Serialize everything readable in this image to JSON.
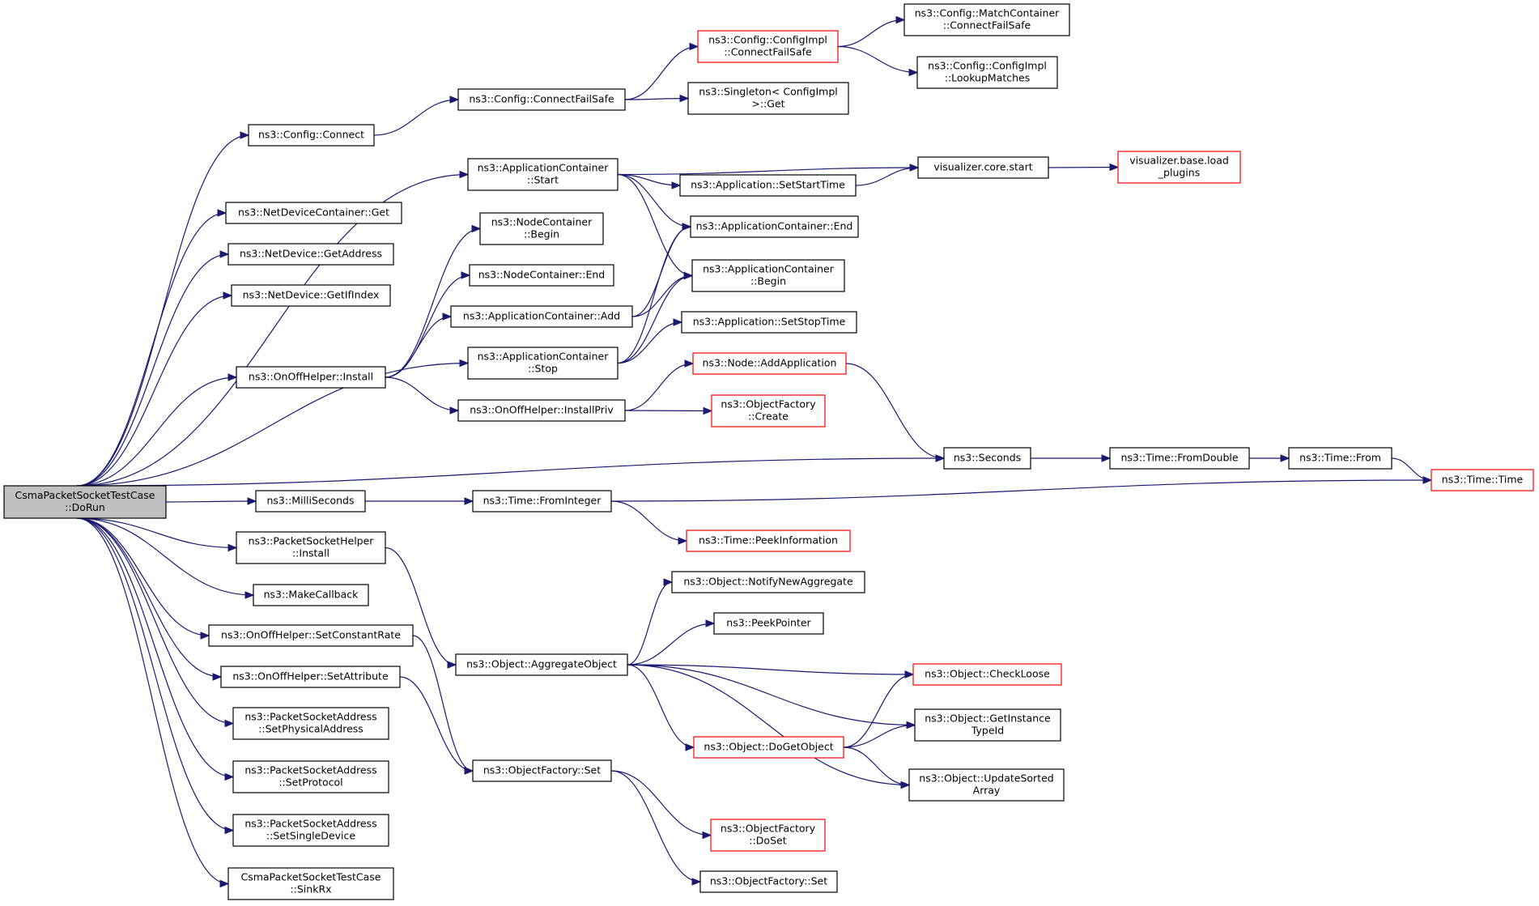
{
  "nodes": [
    {
      "id": "root",
      "lines": [
        "CsmaPacketSocketTestCase",
        "::DoRun"
      ],
      "style": "root"
    },
    {
      "id": "cfg_connect",
      "lines": [
        "ns3::Config::Connect"
      ],
      "style": "normal"
    },
    {
      "id": "ndc_get",
      "lines": [
        "ns3::NetDeviceContainer::Get"
      ],
      "style": "normal"
    },
    {
      "id": "nd_getaddr",
      "lines": [
        "ns3::NetDevice::GetAddress"
      ],
      "style": "normal"
    },
    {
      "id": "nd_getifindex",
      "lines": [
        "ns3::NetDevice::GetIfIndex"
      ],
      "style": "normal"
    },
    {
      "id": "onoff_install",
      "lines": [
        "ns3::OnOffHelper::Install"
      ],
      "style": "normal"
    },
    {
      "id": "millis",
      "lines": [
        "ns3::MilliSeconds"
      ],
      "style": "normal"
    },
    {
      "id": "psh_install",
      "lines": [
        "ns3::PacketSocketHelper",
        "::Install"
      ],
      "style": "normal"
    },
    {
      "id": "makecb",
      "lines": [
        "ns3::MakeCallback"
      ],
      "style": "normal"
    },
    {
      "id": "onoff_rate",
      "lines": [
        "ns3::OnOffHelper::SetConstantRate"
      ],
      "style": "normal"
    },
    {
      "id": "onoff_attr",
      "lines": [
        "ns3::OnOffHelper::SetAttribute"
      ],
      "style": "normal"
    },
    {
      "id": "psa_phys",
      "lines": [
        "ns3::PacketSocketAddress",
        "::SetPhysicalAddress"
      ],
      "style": "normal"
    },
    {
      "id": "psa_proto",
      "lines": [
        "ns3::PacketSocketAddress",
        "::SetProtocol"
      ],
      "style": "normal"
    },
    {
      "id": "psa_single",
      "lines": [
        "ns3::PacketSocketAddress",
        "::SetSingleDevice"
      ],
      "style": "normal"
    },
    {
      "id": "sinkrx",
      "lines": [
        "CsmaPacketSocketTestCase",
        "::SinkRx"
      ],
      "style": "normal"
    },
    {
      "id": "cfg_connfs",
      "lines": [
        "ns3::Config::ConnectFailSafe"
      ],
      "style": "normal"
    },
    {
      "id": "appc_start",
      "lines": [
        "ns3::ApplicationContainer",
        "::Start"
      ],
      "style": "normal"
    },
    {
      "id": "nc_begin",
      "lines": [
        "ns3::NodeContainer",
        "::Begin"
      ],
      "style": "normal"
    },
    {
      "id": "nc_end",
      "lines": [
        "ns3::NodeContainer::End"
      ],
      "style": "normal"
    },
    {
      "id": "appc_add",
      "lines": [
        "ns3::ApplicationContainer::Add"
      ],
      "style": "normal"
    },
    {
      "id": "appc_stop",
      "lines": [
        "ns3::ApplicationContainer",
        "::Stop"
      ],
      "style": "normal"
    },
    {
      "id": "onoff_ipriv",
      "lines": [
        "ns3::OnOffHelper::InstallPriv"
      ],
      "style": "normal"
    },
    {
      "id": "time_fromint",
      "lines": [
        "ns3::Time::FromInteger"
      ],
      "style": "normal"
    },
    {
      "id": "obj_aggr",
      "lines": [
        "ns3::Object::AggregateObject"
      ],
      "style": "normal"
    },
    {
      "id": "of_set",
      "lines": [
        "ns3::ObjectFactory::Set"
      ],
      "style": "normal"
    },
    {
      "id": "cfgimpl_cfs",
      "lines": [
        "ns3::Config::ConfigImpl",
        "::ConnectFailSafe"
      ],
      "style": "red"
    },
    {
      "id": "singleton_get",
      "lines": [
        "ns3::Singleton< ConfigImpl",
        " >::Get"
      ],
      "style": "normal"
    },
    {
      "id": "app_setstart",
      "lines": [
        "ns3::Application::SetStartTime"
      ],
      "style": "normal"
    },
    {
      "id": "appc_end",
      "lines": [
        "ns3::ApplicationContainer::End"
      ],
      "style": "normal"
    },
    {
      "id": "appc_begin",
      "lines": [
        "ns3::ApplicationContainer",
        "::Begin"
      ],
      "style": "normal"
    },
    {
      "id": "app_setstop",
      "lines": [
        "ns3::Application::SetStopTime"
      ],
      "style": "normal"
    },
    {
      "id": "node_addapp",
      "lines": [
        "ns3::Node::AddApplication"
      ],
      "style": "red"
    },
    {
      "id": "of_create",
      "lines": [
        "ns3::ObjectFactory",
        "::Create"
      ],
      "style": "red"
    },
    {
      "id": "time_peek",
      "lines": [
        "ns3::Time::PeekInformation"
      ],
      "style": "red"
    },
    {
      "id": "obj_notify",
      "lines": [
        "ns3::Object::NotifyNewAggregate"
      ],
      "style": "normal"
    },
    {
      "id": "peekptr",
      "lines": [
        "ns3::PeekPointer"
      ],
      "style": "normal"
    },
    {
      "id": "obj_dogetobj",
      "lines": [
        "ns3::Object::DoGetObject"
      ],
      "style": "red"
    },
    {
      "id": "of_doset",
      "lines": [
        "ns3::ObjectFactory",
        "::DoSet"
      ],
      "style": "red"
    },
    {
      "id": "of_set2",
      "lines": [
        "ns3::ObjectFactory::Set"
      ],
      "style": "normal"
    },
    {
      "id": "mc_cfs",
      "lines": [
        "ns3::Config::MatchContainer",
        "::ConnectFailSafe"
      ],
      "style": "normal"
    },
    {
      "id": "cfgimpl_lookup",
      "lines": [
        "ns3::Config::ConfigImpl",
        "::LookupMatches"
      ],
      "style": "normal"
    },
    {
      "id": "viz_start",
      "lines": [
        "visualizer.core.start"
      ],
      "style": "normal"
    },
    {
      "id": "viz_load",
      "lines": [
        "visualizer.base.load",
        "_plugins"
      ],
      "style": "red"
    },
    {
      "id": "seconds",
      "lines": [
        "ns3::Seconds"
      ],
      "style": "normal"
    },
    {
      "id": "time_fromdouble",
      "lines": [
        "ns3::Time::FromDouble"
      ],
      "style": "normal"
    },
    {
      "id": "time_from",
      "lines": [
        "ns3::Time::From"
      ],
      "style": "normal"
    },
    {
      "id": "time_time",
      "lines": [
        "ns3::Time::Time"
      ],
      "style": "red"
    },
    {
      "id": "obj_checkloose",
      "lines": [
        "ns3::Object::CheckLoose"
      ],
      "style": "red"
    },
    {
      "id": "obj_getinst",
      "lines": [
        "ns3::Object::GetInstance",
        "TypeId"
      ],
      "style": "normal"
    },
    {
      "id": "obj_updsorted",
      "lines": [
        "ns3::Object::UpdateSorted",
        "Array"
      ],
      "style": "normal"
    }
  ],
  "edges": [
    [
      "root",
      "cfg_connect"
    ],
    [
      "root",
      "ndc_get"
    ],
    [
      "root",
      "nd_getaddr"
    ],
    [
      "root",
      "nd_getifindex"
    ],
    [
      "root",
      "appc_start"
    ],
    [
      "root",
      "onoff_install"
    ],
    [
      "root",
      "appc_stop"
    ],
    [
      "root",
      "seconds"
    ],
    [
      "root",
      "millis"
    ],
    [
      "root",
      "psh_install"
    ],
    [
      "root",
      "makecb"
    ],
    [
      "root",
      "onoff_rate"
    ],
    [
      "root",
      "onoff_attr"
    ],
    [
      "root",
      "psa_phys"
    ],
    [
      "root",
      "psa_proto"
    ],
    [
      "root",
      "psa_single"
    ],
    [
      "root",
      "sinkrx"
    ],
    [
      "cfg_connect",
      "cfg_connfs"
    ],
    [
      "cfg_connfs",
      "cfgimpl_cfs"
    ],
    [
      "cfg_connfs",
      "singleton_get"
    ],
    [
      "cfgimpl_cfs",
      "mc_cfs"
    ],
    [
      "cfgimpl_cfs",
      "cfgimpl_lookup"
    ],
    [
      "appc_start",
      "viz_start"
    ],
    [
      "appc_start",
      "app_setstart"
    ],
    [
      "appc_start",
      "appc_end"
    ],
    [
      "appc_start",
      "appc_begin"
    ],
    [
      "app_setstart",
      "viz_start"
    ],
    [
      "viz_start",
      "viz_load"
    ],
    [
      "onoff_install",
      "nc_begin"
    ],
    [
      "onoff_install",
      "nc_end"
    ],
    [
      "onoff_install",
      "appc_add"
    ],
    [
      "onoff_install",
      "onoff_ipriv"
    ],
    [
      "appc_add",
      "appc_end"
    ],
    [
      "appc_add",
      "appc_begin"
    ],
    [
      "appc_stop",
      "appc_end"
    ],
    [
      "appc_stop",
      "appc_begin"
    ],
    [
      "appc_stop",
      "app_setstop"
    ],
    [
      "onoff_ipriv",
      "node_addapp"
    ],
    [
      "onoff_ipriv",
      "of_create"
    ],
    [
      "node_addapp",
      "seconds"
    ],
    [
      "seconds",
      "time_fromdouble"
    ],
    [
      "time_fromdouble",
      "time_from"
    ],
    [
      "time_from",
      "time_time"
    ],
    [
      "millis",
      "time_fromint"
    ],
    [
      "time_fromint",
      "time_time"
    ],
    [
      "time_fromint",
      "time_peek"
    ],
    [
      "psh_install",
      "obj_aggr"
    ],
    [
      "onoff_rate",
      "of_set"
    ],
    [
      "onoff_attr",
      "of_set"
    ],
    [
      "obj_aggr",
      "obj_notify"
    ],
    [
      "obj_aggr",
      "peekptr"
    ],
    [
      "obj_aggr",
      "obj_checkloose"
    ],
    [
      "obj_aggr",
      "obj_getinst"
    ],
    [
      "obj_aggr",
      "obj_dogetobj"
    ],
    [
      "obj_aggr",
      "obj_updsorted"
    ],
    [
      "obj_dogetobj",
      "obj_checkloose"
    ],
    [
      "obj_dogetobj",
      "obj_getinst"
    ],
    [
      "obj_dogetobj",
      "obj_updsorted"
    ],
    [
      "of_set",
      "of_doset"
    ],
    [
      "of_set",
      "of_set2"
    ]
  ],
  "colors": {
    "edge": "#191970",
    "red_border": "#ff0000",
    "root_fill": "#bfbfbf"
  }
}
